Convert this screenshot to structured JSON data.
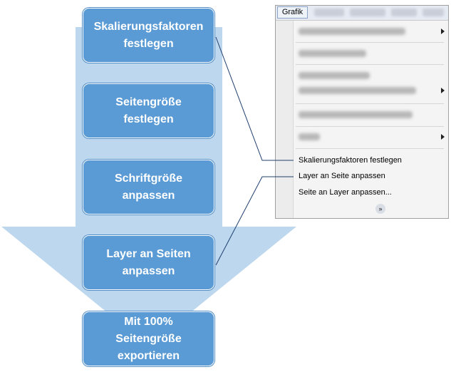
{
  "flow": {
    "steps": [
      {
        "label": "Skalierungsfaktoren\nfestlegen"
      },
      {
        "label": "Seitengröße\nfestlegen"
      },
      {
        "label": "Schriftgröße\nanpassen"
      },
      {
        "label": "Layer an Seiten\nanpassen"
      },
      {
        "label": "Mit 100%\nSeitengröße\nexportieren"
      }
    ]
  },
  "menu": {
    "tab_label": "Grafik",
    "items": [
      {
        "label": "Skalierungsfaktoren festlegen"
      },
      {
        "label": "Layer an Seite anpassen"
      },
      {
        "label": "Seite an Layer anpassen..."
      }
    ]
  },
  "colors": {
    "step_fill": "#5b9bd5",
    "arrow_fill": "#bdd7ee",
    "connector": "#1f3f6e"
  }
}
